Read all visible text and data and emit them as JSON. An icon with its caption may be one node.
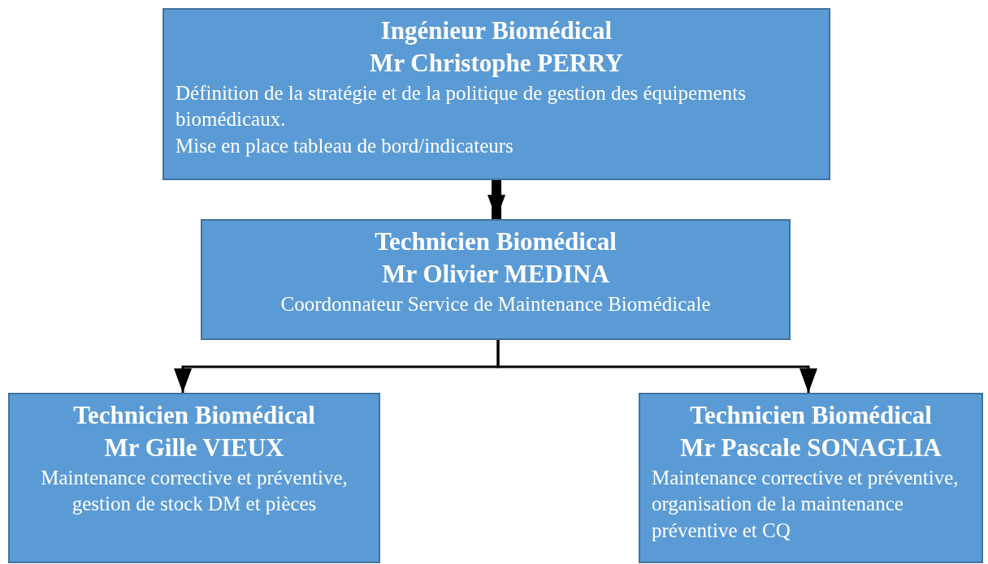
{
  "diagram": {
    "nodes": [
      {
        "text": [
          "Ingénieur Biomédical",
          "Mr Christophe PERRY",
          "Définition de la stratégie et de la politique de gestion des équipements biomédicaux.",
          "Mise en place tableau de bord/indicateurs"
        ]
      },
      {
        "text": [
          "Technicien Biomédical",
          "Mr Olivier MEDINA",
          "Coordonnateur Service de Maintenance Biomédicale"
        ]
      },
      {
        "text": [
          "Technicien Biomédical",
          "Mr Gille VIEUX",
          "Maintenance corrective et préventive, gestion de stock DM et pièces"
        ]
      },
      {
        "text": [
          "Technicien Biomédical",
          "Mr Pascale SONAGLIA",
          "Maintenance corrective et préventive, organisation de la maintenance préventive et CQ"
        ]
      }
    ],
    "edges": [
      {
        "from": 0,
        "to": 1,
        "arrow": "to",
        "style": "thick"
      },
      {
        "from": 1,
        "to": 2,
        "arrow": "to"
      },
      {
        "from": 1,
        "to": 3,
        "arrow": "to"
      }
    ]
  }
}
